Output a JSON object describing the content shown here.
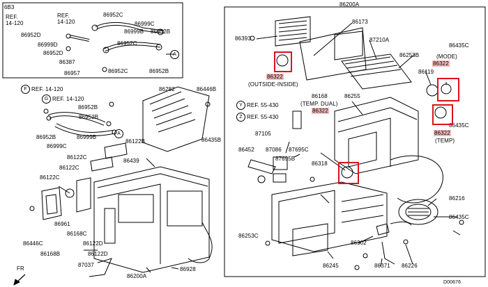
{
  "diagram": {
    "section": "6B3",
    "figure_id": "D00676",
    "fr_label": "FR",
    "inset": {
      "ref1": "REF.\n14-120",
      "ref2": "REF.\n14-120",
      "parts": [
        "86952C",
        "86999C",
        "86999B",
        "86952B",
        "86952D",
        "86999D",
        "86952D",
        "86387",
        "86952C",
        "86957",
        "86952C",
        "86952B"
      ],
      "circle_a": "A"
    },
    "left": {
      "circle_f": "F",
      "ref1": "REF. 14-120",
      "circle_g": "G",
      "ref2": "REF. 14-120",
      "circle_a": "A",
      "parts": [
        "86282",
        "86446B",
        "86952B",
        "86952B",
        "86952B",
        "86999C",
        "86999B",
        "86435B",
        "86122B",
        "86122C",
        "86122C",
        "86122C",
        "86439",
        "86961",
        "86168C",
        "86446C",
        "86168B",
        "86122D",
        "86122D",
        "87037",
        "86200A",
        "86928"
      ]
    },
    "right": {
      "title": "86200A",
      "circle_y": "Y",
      "ref_y": "REF. 55-430",
      "circle_z": "Z",
      "ref_z": "REF. 55-430",
      "parts": [
        "86393",
        "86173",
        "87210A",
        "86435C",
        "86253B",
        "86119",
        "86168",
        "86255",
        "87105",
        "86452",
        "87086",
        "87695C",
        "87695B",
        "86318",
        "86216",
        "86435C",
        "86253C",
        "86302",
        "86245",
        "86371",
        "86226",
        "86435C"
      ],
      "highlight_86322": "86322",
      "note_outside_inside": "(OUTSIDE-INSIDE)",
      "note_mode": "(MODE)",
      "note_temp_dual": "(TEMP. DUAL)",
      "note_temp": "(TEMP)"
    }
  }
}
